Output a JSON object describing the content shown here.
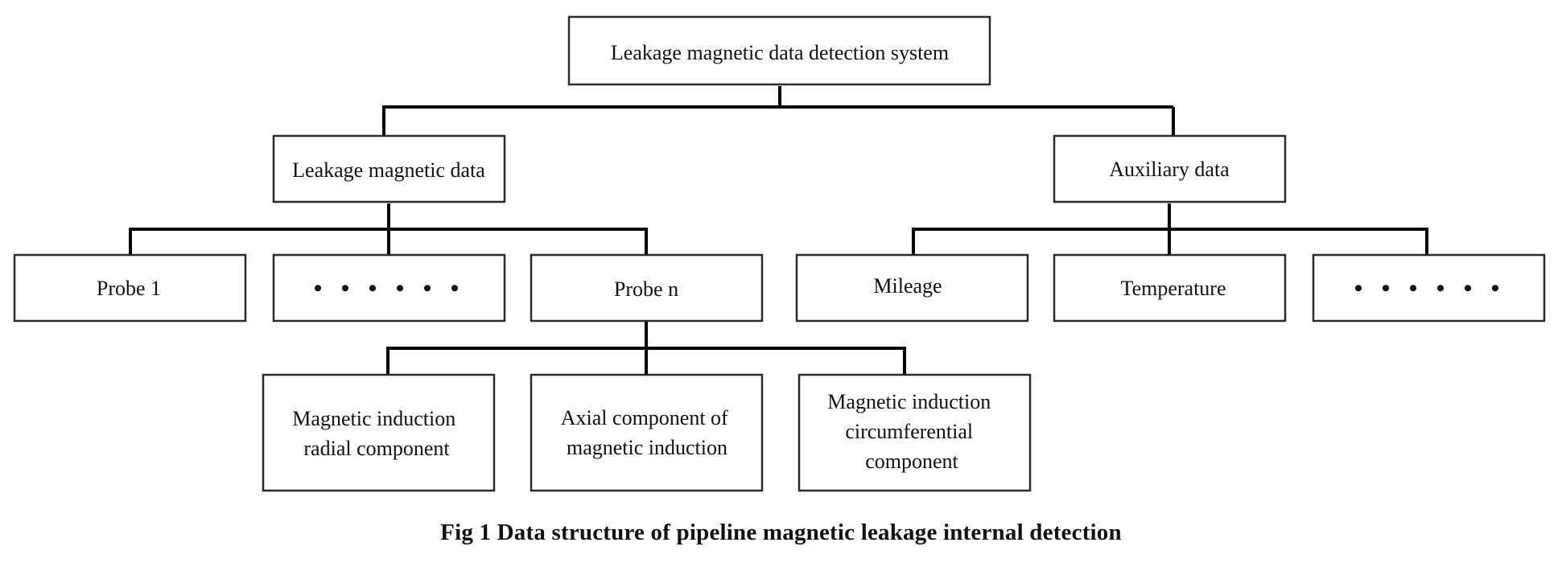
{
  "nodes": {
    "root": {
      "lines": [
        "Leakage magnetic data detection system"
      ]
    },
    "leakage_data": {
      "lines": [
        "Leakage magnetic data"
      ]
    },
    "auxiliary_data": {
      "lines": [
        "Auxiliary data"
      ]
    },
    "probe_1": {
      "lines": [
        "Probe 1"
      ]
    },
    "probe_ellipsis": {
      "lines": [
        "• • • • • •"
      ]
    },
    "probe_n": {
      "lines": [
        "Probe n"
      ]
    },
    "mileage": {
      "lines": [
        "Mileage"
      ]
    },
    "temperature": {
      "lines": [
        "Temperature"
      ]
    },
    "aux_ellipsis": {
      "lines": [
        "• • • • • •"
      ]
    },
    "radial": {
      "lines": [
        "Magnetic induction",
        "radial component"
      ]
    },
    "axial": {
      "lines": [
        "Axial component of",
        "magnetic induction"
      ]
    },
    "circumferential": {
      "lines": [
        "Magnetic induction",
        "circumferential",
        "component"
      ]
    }
  },
  "caption": "Fig 1 Data structure of pipeline magnetic leakage internal detection"
}
